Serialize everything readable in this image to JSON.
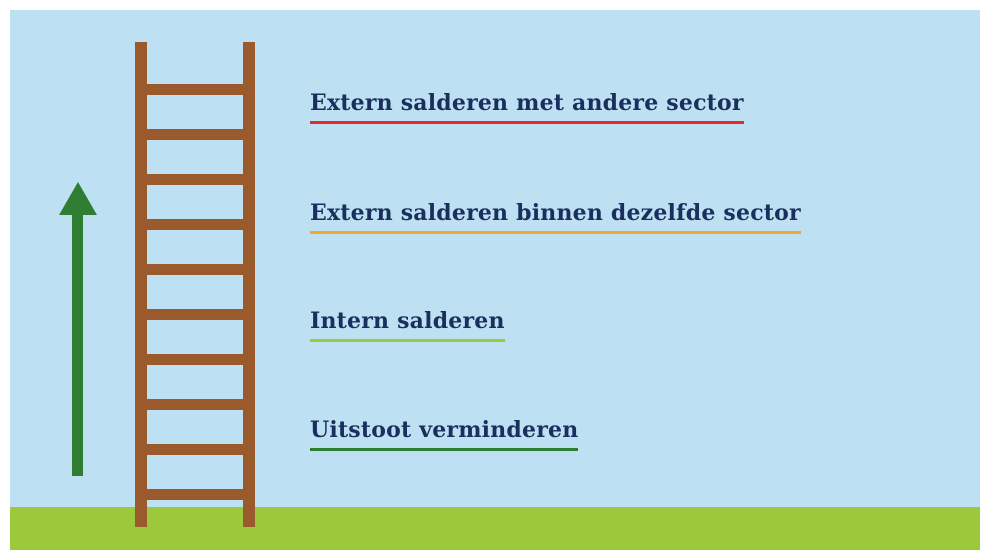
{
  "steps": [
    {
      "label": "Extern salderen met andere sector",
      "underline_color": "#e32a2a"
    },
    {
      "label": "Extern salderen binnen dezelfde sector",
      "underline_color": "#f0a830"
    },
    {
      "label": "Intern salderen",
      "underline_color": "#9cc93b"
    },
    {
      "label": "Uitstoot verminderen",
      "underline_color": "#2e7d32"
    }
  ],
  "colors": {
    "sky": "#bde0f2",
    "ground": "#9cc93b",
    "ladder": "#9a5a2c",
    "arrow": "#2e7d32",
    "text": "#1b2f5e"
  },
  "icons": {
    "arrow": "arrow-up-icon",
    "ladder": "ladder-icon"
  }
}
